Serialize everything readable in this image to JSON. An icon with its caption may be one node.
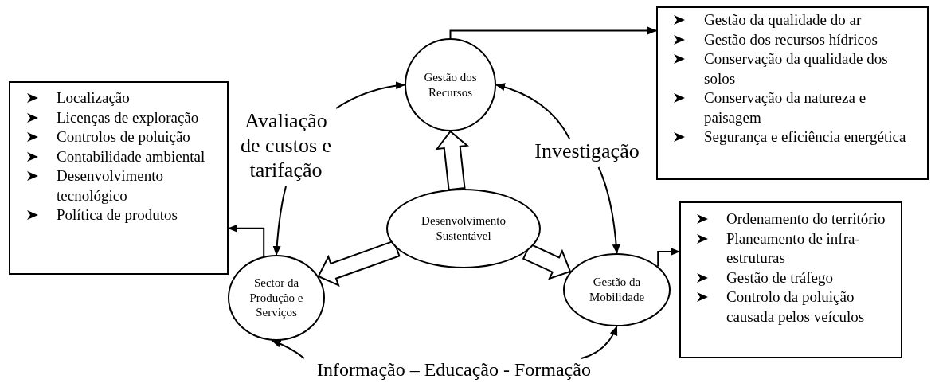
{
  "diagram": {
    "nodes": [
      {
        "text": [
          "Gestão dos Recursos"
        ]
      },
      {
        "text": [
          "Gestão da qualidade do ar",
          "Gestão dos recursos hídricos",
          "Conservação da qualidade dos solos",
          "Conservação da natureza e paisagem",
          "Segurança e eficiência energética"
        ]
      },
      {
        "text": [
          "Localização",
          "Licenças de exploração",
          "Controlos de poluição",
          "Contabilidade ambiental",
          "Desenvolvimento tecnológico",
          "Política de produtos"
        ]
      },
      {
        "text": [
          "Avaliação de custos e tarifação"
        ]
      },
      {
        "text": [
          "Investigação"
        ]
      },
      {
        "text": [
          "Desenvolvimento Sustentável"
        ]
      },
      {
        "text": [
          "Sector da Produção e Serviços"
        ]
      },
      {
        "text": [
          "Gestão da Mobilidade"
        ]
      },
      {
        "text": [
          "Ordenamento do território",
          "Planeamento de infra-estruturas",
          "Gestão de tráfego",
          "Controlo da poluição causada pelos veículos"
        ]
      },
      {
        "text": [
          "Informação – Educação - Formação"
        ]
      }
    ],
    "edges": [
      {
        "from": 0,
        "to": 1,
        "arrow": "to"
      },
      {
        "from": 6,
        "to": 2,
        "arrow": "to"
      },
      {
        "from": 7,
        "to": 8,
        "arrow": "to"
      },
      {
        "from": 5,
        "to": 0,
        "arrow": "to",
        "style": "thick"
      },
      {
        "from": 5,
        "to": 6,
        "arrow": "to",
        "style": "thick"
      },
      {
        "from": 5,
        "to": 7,
        "arrow": "to",
        "style": "thick"
      },
      {
        "from": 3,
        "to": 0,
        "arrow": "to"
      },
      {
        "from": 3,
        "to": 6,
        "arrow": "to"
      },
      {
        "from": 4,
        "to": 0,
        "arrow": "to"
      },
      {
        "from": 4,
        "to": 7,
        "arrow": "to"
      },
      {
        "from": 9,
        "to": 6,
        "arrow": "to"
      },
      {
        "from": 9,
        "to": 7,
        "arrow": "to"
      }
    ]
  }
}
